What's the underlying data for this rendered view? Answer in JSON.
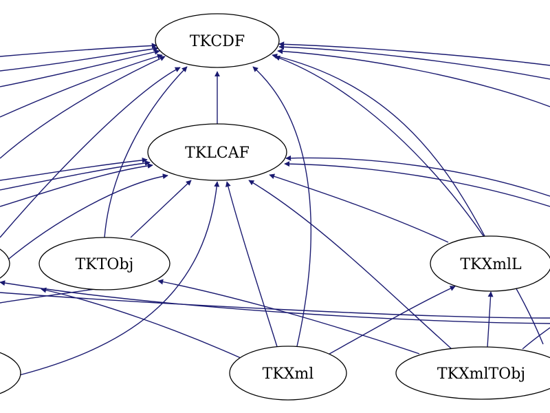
{
  "colors": {
    "edge": "#191970",
    "node_stroke": "#000000",
    "node_fill": "#ffffff",
    "background": "#ffffff"
  },
  "nodes": {
    "tkcdf": "TKCDF",
    "tklcaf": "TKLCAF",
    "tktobj": "TKTObj",
    "tkxmll": "TKXmlL",
    "tkxml": "TKXml",
    "tkxmltobj": "TKXmlTObj"
  },
  "edges": [
    {
      "from": "TKLCAF",
      "to": "TKCDF"
    },
    {
      "from": "TKTObj",
      "to": "TKCDF"
    },
    {
      "from": "TKTObj",
      "to": "TKLCAF"
    },
    {
      "from": "TKXml",
      "to": "TKCDF"
    },
    {
      "from": "TKXml",
      "to": "TKLCAF"
    },
    {
      "from": "TKXml",
      "to": "TKXmlL"
    },
    {
      "from": "TKXml",
      "to": "TKTObj"
    },
    {
      "from": "TKXmlL",
      "to": "TKCDF"
    },
    {
      "from": "TKXmlL",
      "to": "TKLCAF"
    },
    {
      "from": "TKXmlTObj",
      "to": "TKLCAF"
    },
    {
      "from": "TKXmlTObj",
      "to": "TKXmlL"
    },
    {
      "from": "TKXmlTObj",
      "to": "TKTObj"
    }
  ]
}
